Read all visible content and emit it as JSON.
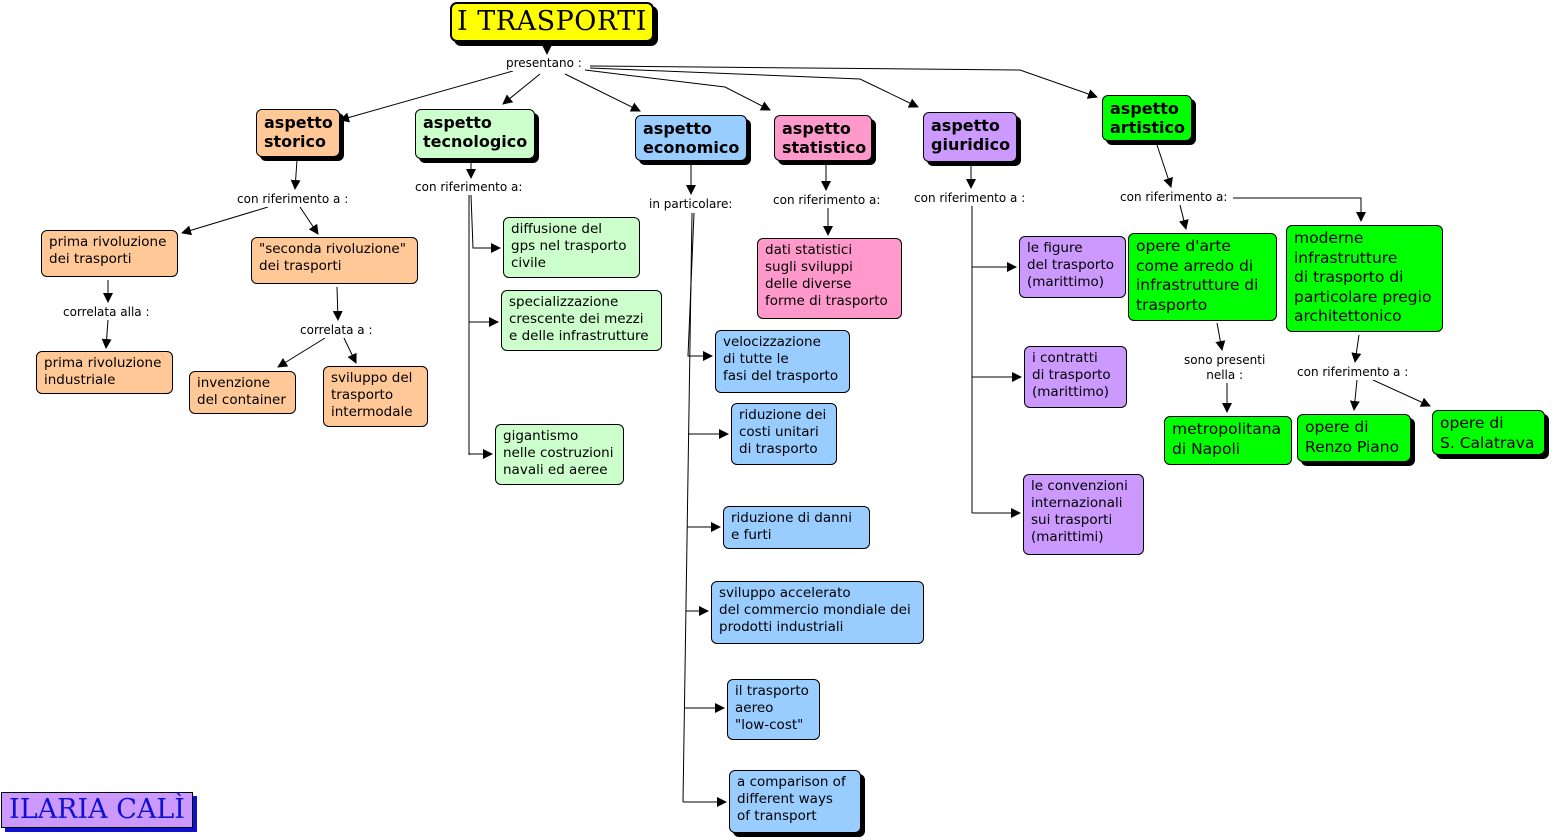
{
  "title": "I TRASPORTI",
  "author": "ILARIA CALÌ",
  "colors": {
    "storico": "#ffc896",
    "tecnologico": "#ccffcc",
    "economico": "#99ccff",
    "statistico": "#ff99cc",
    "giuridico": "#cc99ff",
    "artistico": "#00ff00",
    "title": "#ffff00"
  },
  "links": {
    "presentano": "presentano :",
    "storico": "con riferimento a :",
    "tecnologico": "con riferimento a:",
    "economico": "in particolare:",
    "statistico": "con riferimento a:",
    "giuridico": "con riferimento a :",
    "artistico": "con riferimento a:",
    "correlata_alla": "correlata alla :",
    "correlata_a": "correlata a :",
    "sono_presenti": "sono presenti\nnella :",
    "artistico_moderne": "con riferimento a :"
  },
  "aspects": {
    "storico": "aspetto\nstorico",
    "tecnologico": "aspetto\ntecnologico",
    "economico": "aspetto\neconomico",
    "statistico": "aspetto\nstatistico",
    "giuridico": "aspetto\ngiuridico",
    "artistico": "aspetto\nartistico"
  },
  "storico": [
    "prima rivoluzione\ndei trasporti",
    "\"seconda rivoluzione\"\ndei trasporti",
    "prima rivoluzione\nindustriale",
    "invenzione\ndel container",
    "sviluppo del\ntrasporto\nintermodale"
  ],
  "tecnologico": [
    "diffusione del\ngps nel trasporto\ncivile",
    "specializzazione\ncrescente dei mezzi\ne delle infrastrutture",
    "gigantismo\nnelle costruzioni\nnavali ed aeree"
  ],
  "economico": [
    "velocizzazione\ndi tutte le\nfasi del trasporto",
    "riduzione dei\ncosti unitari\ndi trasporto",
    "riduzione di  danni\ne furti",
    "sviluppo accelerato\ndel commercio mondiale dei\nprodotti industriali",
    "il trasporto\naereo\n\"low-cost\"",
    "a comparison of\ndifferent ways\nof transport"
  ],
  "statistico": [
    "dati statistici\n sugli sviluppi\ndelle diverse\nforme di trasporto"
  ],
  "giuridico": [
    "le figure\ndel trasporto\n(marittimo)",
    "i contratti\n di trasporto\n(marittimo)",
    "le convenzioni\ninternazionali\nsui trasporti\n(marittimi)"
  ],
  "artistico": [
    "opere d'arte\ncome arredo di\ninfrastrutture di\ntrasporto",
    "moderne\ninfrastrutture\ndi trasporto di\nparticolare pregio\narchitettonico",
    "metropolitana\ndi Napoli",
    "opere di\nRenzo Piano",
    "opere di\nS. Calatrava"
  ]
}
